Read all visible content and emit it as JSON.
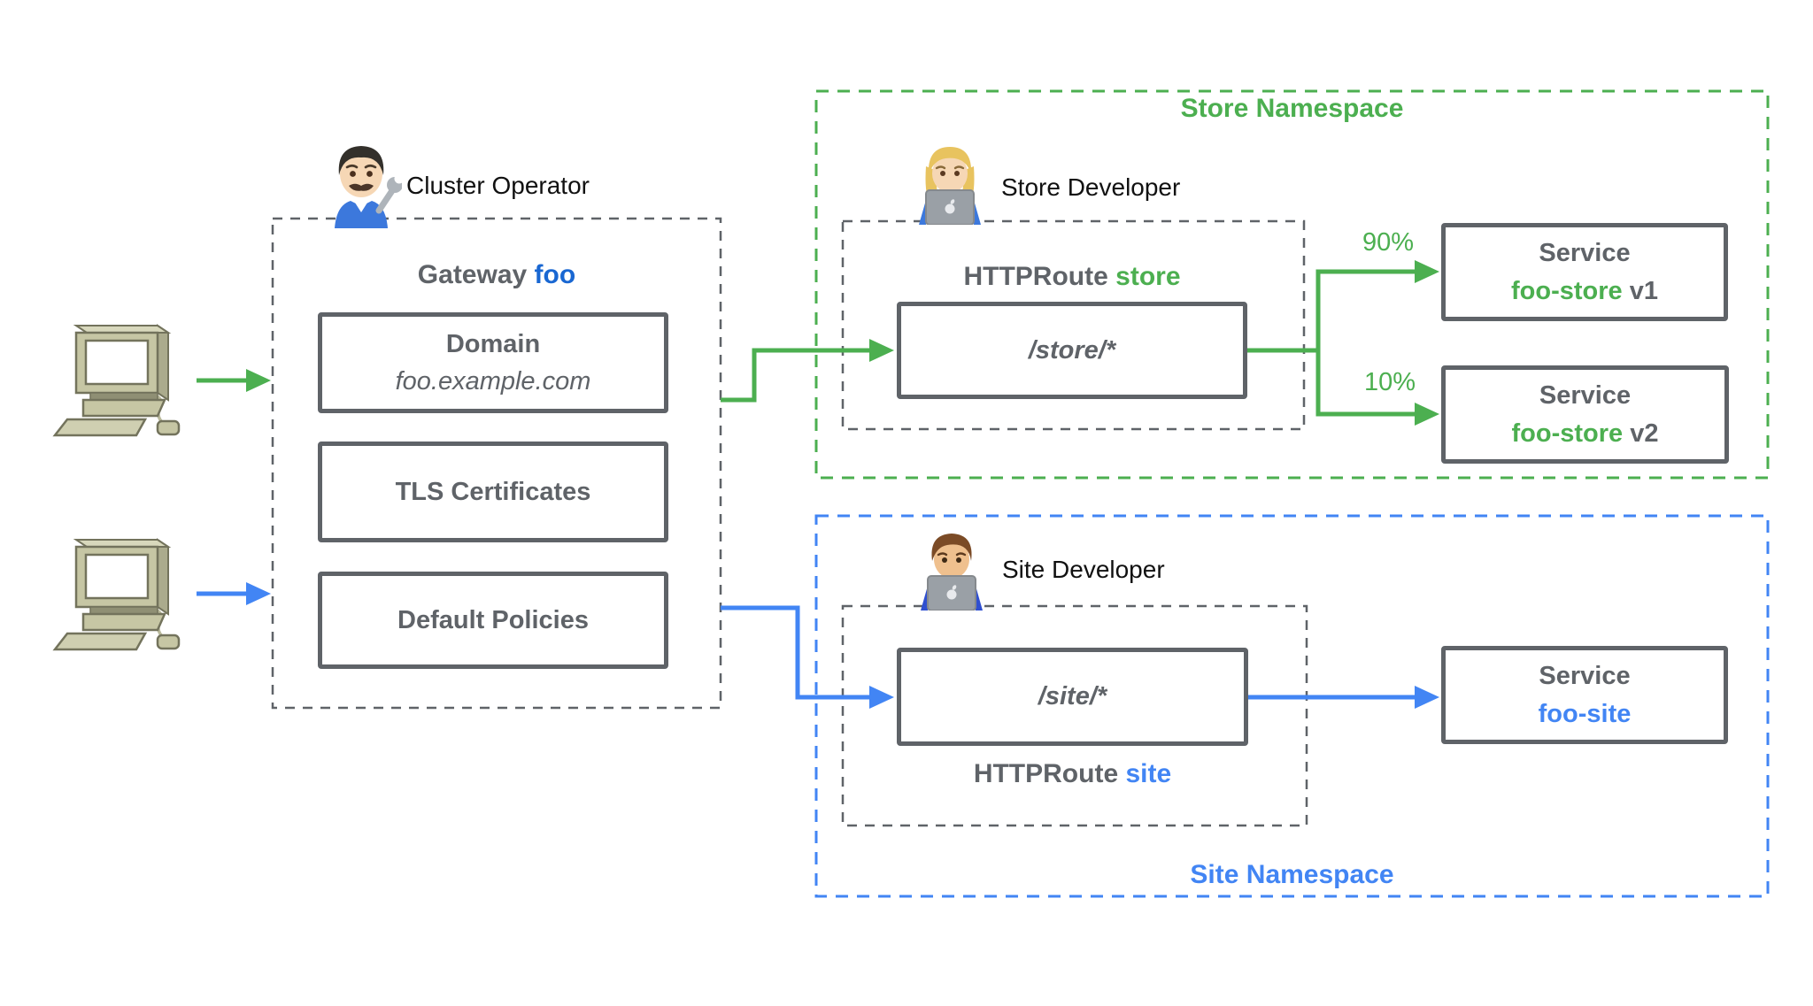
{
  "colors": {
    "green": "#4caf50",
    "blue": "#4285f4",
    "gateway_name_blue": "#1967d2",
    "gray": "#5f6368",
    "label_black": "#111111"
  },
  "clients": {
    "icon": "desktop-computer-icon",
    "items": [
      {
        "arrow_color": "#4caf50"
      },
      {
        "arrow_color": "#4285f4"
      }
    ]
  },
  "cluster_operator": {
    "label": "Cluster Operator",
    "icon": "man-mechanic-emoji"
  },
  "gateway": {
    "title_prefix": "Gateway",
    "title_name": "foo",
    "items": [
      {
        "label": "Domain",
        "sublabel": "foo.example.com"
      },
      {
        "label": "TLS Certificates"
      },
      {
        "label": "Default Policies"
      }
    ]
  },
  "store_namespace": {
    "label": "Store Namespace",
    "developer": {
      "label": "Store Developer",
      "icon": "woman-technologist-emoji"
    },
    "httproute": {
      "kind": "HTTPRoute",
      "name": "store",
      "path": "/store/*"
    },
    "routes": [
      {
        "weight": "90%",
        "service_kind": "Service",
        "service_name": "foo-store",
        "version": "v1"
      },
      {
        "weight": "10%",
        "service_kind": "Service",
        "service_name": "foo-store",
        "version": "v2"
      }
    ]
  },
  "site_namespace": {
    "label": "Site Namespace",
    "developer": {
      "label": "Site Developer",
      "icon": "man-technologist-emoji"
    },
    "httproute": {
      "kind": "HTTPRoute",
      "name": "site",
      "path": "/site/*"
    },
    "service": {
      "service_kind": "Service",
      "service_name": "foo-site"
    }
  }
}
